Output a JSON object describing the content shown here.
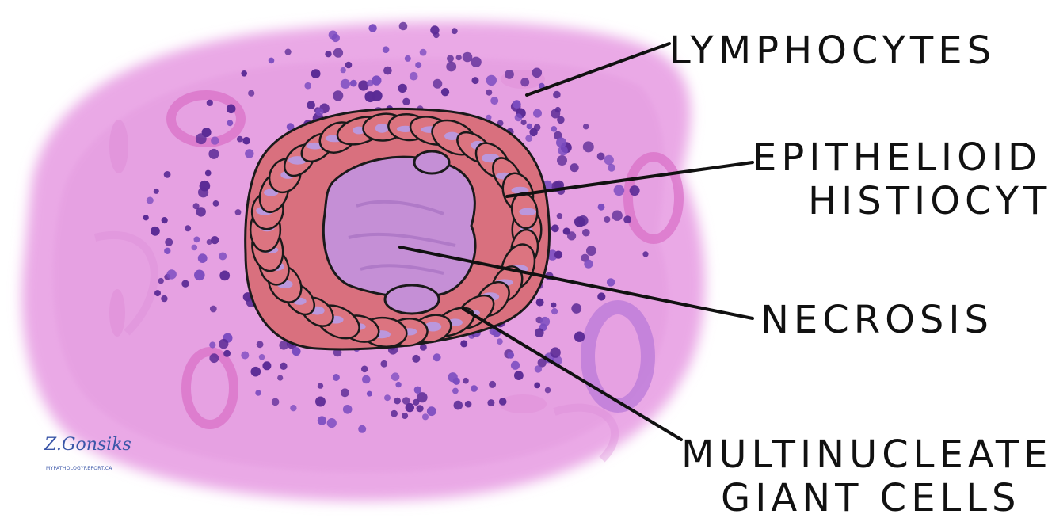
{
  "labels": {
    "lymphocytes": "LYMPHOCYTES",
    "epithelioid_line1": "EPITHELIOID",
    "epithelioid_line2": "HISTIOCYTES",
    "necrosis": "NECROSIS",
    "giant_line1": "MULTINUCLEATED",
    "giant_line2": "GIANT CELLS"
  },
  "signature": {
    "name": "Z.Gonsiks",
    "url": "MYPATHOLOGYREPORT.CA"
  },
  "colors": {
    "tissue": "#e9a6e3",
    "tissue_dark": "#d98bd6",
    "lymphocyte": "#5b2c96",
    "histiocyte": "#d76b78",
    "histiocyte_nucleus": "#b79be6",
    "necrosis": "#c28ad2",
    "outline": "#1a1a1a"
  }
}
